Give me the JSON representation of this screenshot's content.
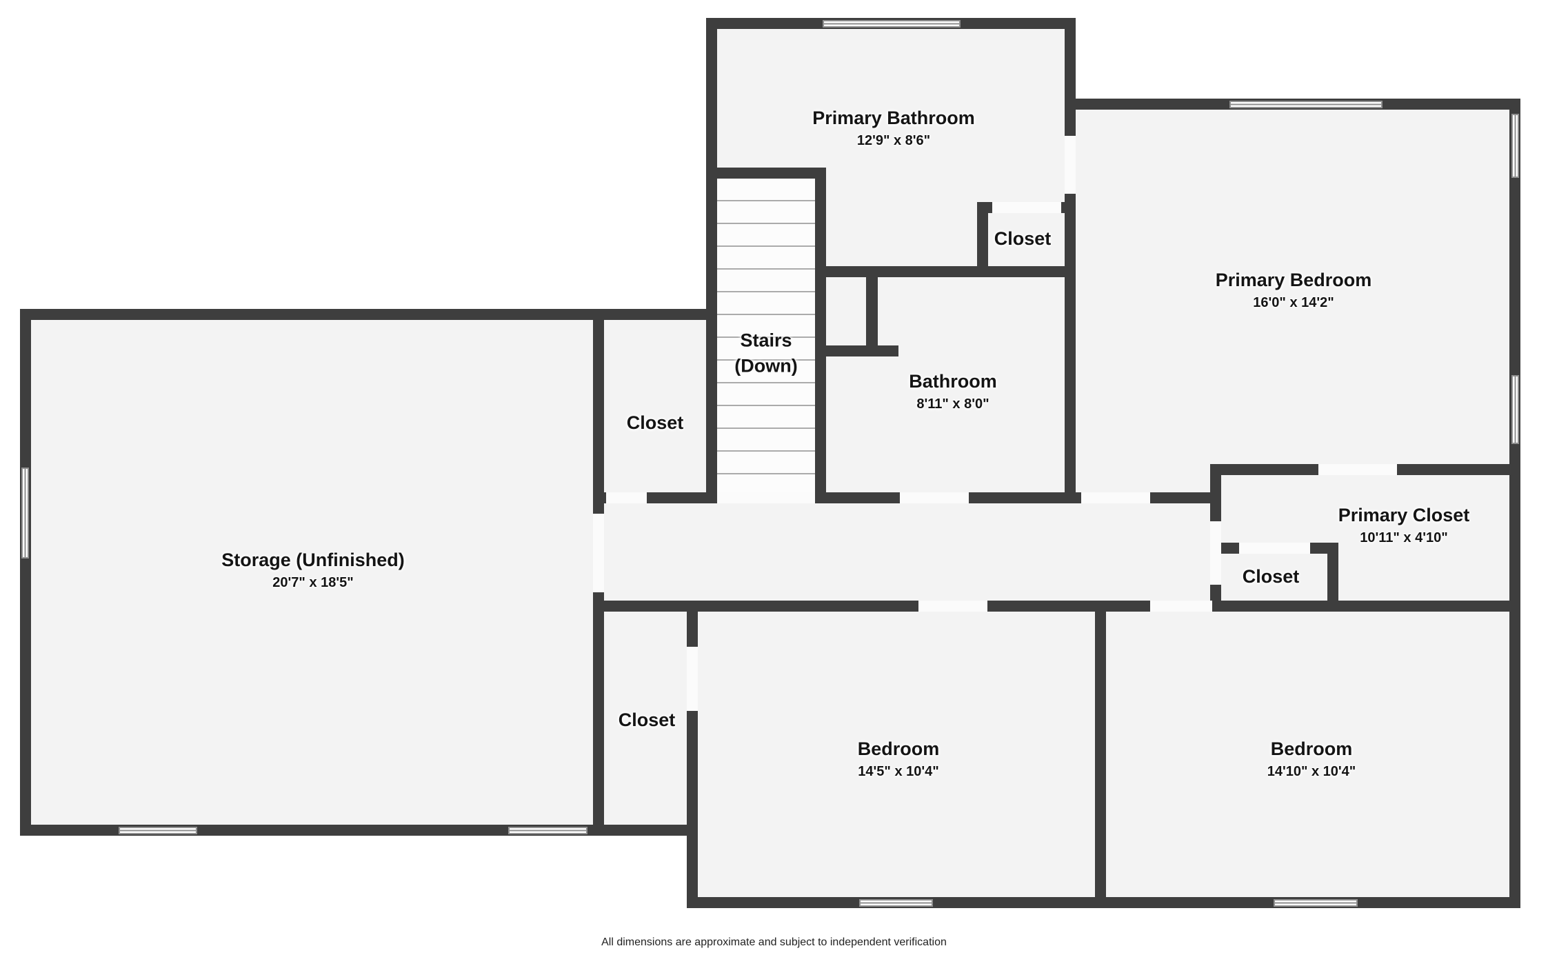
{
  "disclaimer": "All dimensions are approximate and subject to independent verification",
  "colors": {
    "wall": "#3e3e3e",
    "floor": "#f3f3f3",
    "background": "#ffffff"
  },
  "rooms": {
    "primary_bathroom": {
      "name": "Primary Bathroom",
      "dims": "12'9\" x 8'6\""
    },
    "closet_top": {
      "name": "Closet"
    },
    "primary_bedroom": {
      "name": "Primary Bedroom",
      "dims": "16'0\" x 14'2\""
    },
    "stairs": {
      "name": "Stairs",
      "sub": "(Down)"
    },
    "bathroom": {
      "name": "Bathroom",
      "dims": "8'11\" x 8'0\""
    },
    "closet_hall": {
      "name": "Closet"
    },
    "storage": {
      "name": "Storage (Unfinished)",
      "dims": "20'7\" x 18'5\""
    },
    "primary_closet": {
      "name": "Primary Closet",
      "dims": "10'11\" x 4'10\""
    },
    "closet_small": {
      "name": "Closet"
    },
    "closet_bottom": {
      "name": "Closet"
    },
    "bedroom_center": {
      "name": "Bedroom",
      "dims": "14'5\" x 10'4\""
    },
    "bedroom_right": {
      "name": "Bedroom",
      "dims": "14'10\" x 10'4\""
    }
  }
}
